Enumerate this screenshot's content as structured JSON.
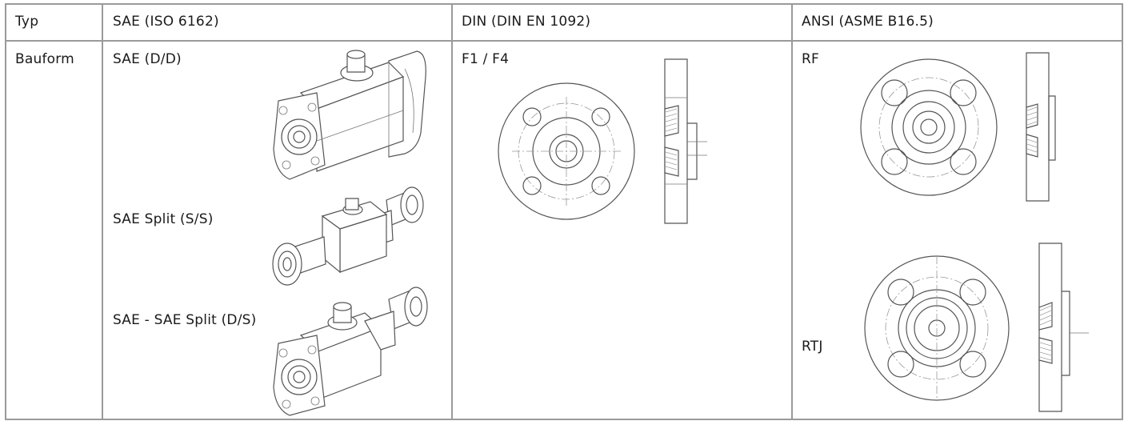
{
  "table": {
    "headers": {
      "typ": "Typ",
      "sae": "SAE (ISO 6162)",
      "din": "DIN (DIN EN 1092)",
      "ansi": "ANSI (ASME B16.5)"
    },
    "row": {
      "label": "Bauform",
      "sae": {
        "variant_1": "SAE (D/D)",
        "variant_2": "SAE Split (S/S)",
        "variant_3": "SAE - SAE Split (D/S)"
      },
      "din": {
        "variant_1": "F1 / F4"
      },
      "ansi": {
        "variant_1": "RF",
        "variant_2": "RTJ"
      }
    }
  }
}
